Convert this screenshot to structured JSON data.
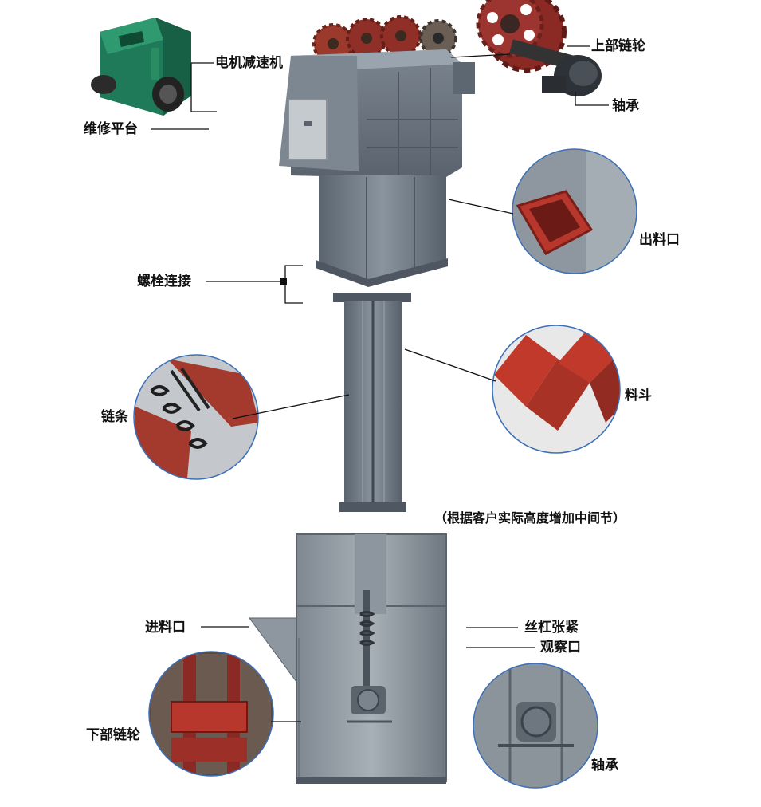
{
  "labels": {
    "motor_reducer": "电机减速机",
    "maintenance_platform": "维修平台",
    "upper_sprocket": "上部链轮",
    "bearing_top": "轴承",
    "discharge_port": "出料口",
    "bolt_connection": "螺栓连接",
    "chain": "链条",
    "hopper": "料斗",
    "intermediate_note": "（根据客户实际高度增加中间节）",
    "feed_port": "进料口",
    "screw_tensioner": "丝杠张紧",
    "observation_port": "观察口",
    "lower_sprocket": "下部链轮",
    "bearing_bottom": "轴承"
  },
  "colors": {
    "steel": "#6f7a86",
    "steel_dark": "#4d5661",
    "steel_light": "#9aa4ae",
    "sprocket": "#8b2a25",
    "reducer": "#1f7a5a",
    "hopper": "#b8372d",
    "callout_border": "#3b6fb8",
    "leader": "#111111"
  },
  "icons": [
    "reducer-icon",
    "sprocket-icon",
    "bearing-icon",
    "chain-icon",
    "hopper-icon",
    "spring-icon"
  ]
}
